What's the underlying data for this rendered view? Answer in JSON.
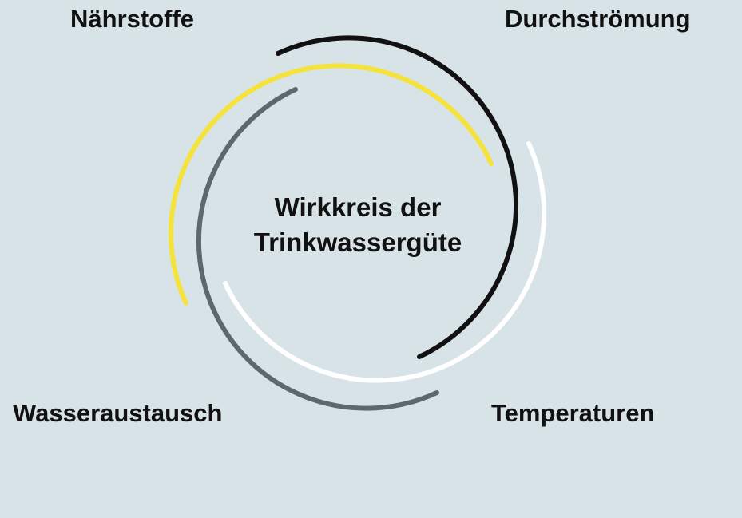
{
  "diagram": {
    "center_title": [
      "Wirkkreis der",
      "Trinkwassergüte"
    ],
    "factors": [
      {
        "id": "naehrstoffe",
        "label": "Nährstoffe",
        "arc_color": "#f5e23a"
      },
      {
        "id": "durchstroemung",
        "label": "Durchströmung",
        "arc_color": "#111111"
      },
      {
        "id": "temperaturen",
        "label": "Temperaturen",
        "arc_color": "#ffffff"
      },
      {
        "id": "wasseraustausch",
        "label": "Wasseraustausch",
        "arc_color": "#5d676d"
      }
    ]
  },
  "colors": {
    "background": "#d8e3e7",
    "text": "#111111"
  }
}
